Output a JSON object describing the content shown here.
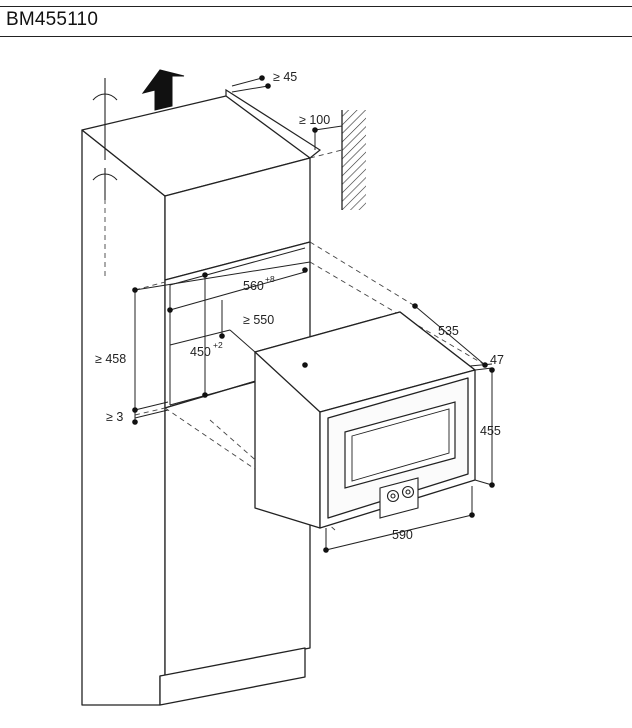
{
  "header": {
    "model": "BM455110"
  },
  "dimensions": {
    "top_gap": "≥ 45",
    "rear_gap": "≥ 100",
    "niche_width": "560",
    "niche_width_tol": "+8",
    "niche_depth": "≥ 550",
    "niche_height_outer": "≥ 458",
    "niche_height_inner": "450",
    "niche_height_tol": "+2",
    "bottom_gap": "≥ 3",
    "appliance_depth": "535",
    "front_depth": "47",
    "appliance_height": "455",
    "appliance_width": "590"
  }
}
